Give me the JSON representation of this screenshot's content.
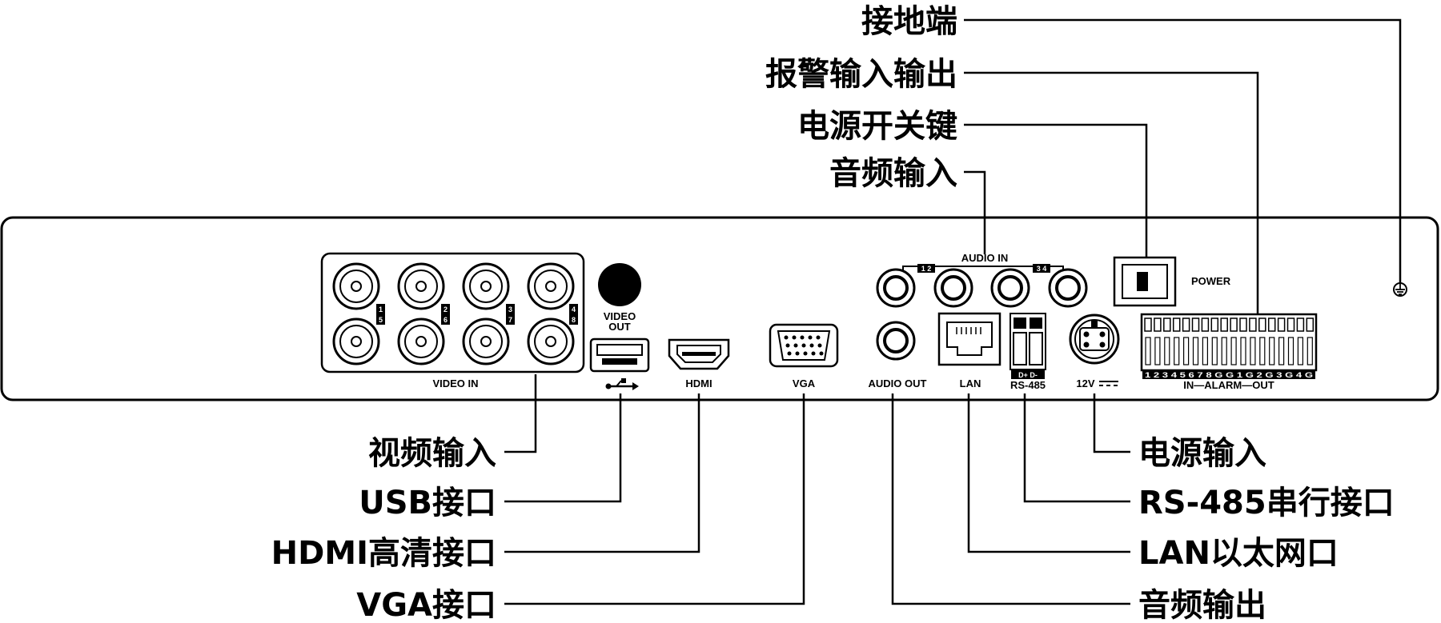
{
  "callouts": {
    "ground": "接地端",
    "alarm_io": "报警输入输出",
    "power_switch": "电源开关键",
    "audio_in": "音频输入",
    "video_in": "视频输入",
    "usb": "USB接口",
    "hdmi": "HDMI高清接口",
    "vga": "VGA接口",
    "power_in": "电源输入",
    "rs485": "RS-485串行接口",
    "lan": "LAN以太网口",
    "audio_out": "音频输出"
  },
  "panel": {
    "video_in": "VIDEO IN",
    "video_out": "VIDEO",
    "video_out_2": "OUT",
    "hdmi": "HDMI",
    "vga": "VGA",
    "audio_in": "AUDIO IN",
    "audio_in_pair_a": "1 2",
    "audio_in_pair_b": "3 4",
    "audio_out": "AUDIO OUT",
    "lan": "LAN",
    "rs485": "RS-485",
    "rs485_pins": "D+ D-",
    "power_in": "12V",
    "power": "POWER",
    "alarm": "IN—ALARM—OUT",
    "alarm_pins": "1 2 3 4 5 6 7 8 G G 1 G 2 G 3 G 4 G",
    "ch_1": "1",
    "ch_5": "5",
    "ch_2": "2",
    "ch_6": "6",
    "ch_3": "3",
    "ch_7": "7",
    "ch_4": "4",
    "ch_8": "8"
  }
}
